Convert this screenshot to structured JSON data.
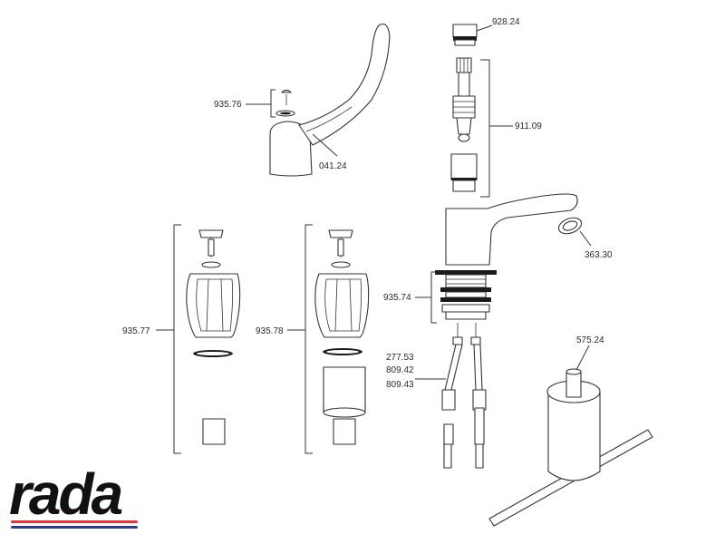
{
  "brand": {
    "name": "rada",
    "stripe_colors": [
      "#e5323b",
      "#2a3f94"
    ]
  },
  "diagram": {
    "labels": [
      {
        "id": "928-24",
        "text": "928.24"
      },
      {
        "id": "911-09",
        "text": "911.09"
      },
      {
        "id": "935-76",
        "text": "935.76"
      },
      {
        "id": "041-24",
        "text": "041.24"
      },
      {
        "id": "363-30",
        "text": "363.30"
      },
      {
        "id": "935-74",
        "text": "935.74"
      },
      {
        "id": "935-77",
        "text": "935.77"
      },
      {
        "id": "935-78",
        "text": "935.78"
      },
      {
        "id": "277-53",
        "text": "277.53"
      },
      {
        "id": "809-42",
        "text": "809.42"
      },
      {
        "id": "809-43",
        "text": "809.43"
      },
      {
        "id": "575-24",
        "text": "575.24"
      }
    ]
  }
}
